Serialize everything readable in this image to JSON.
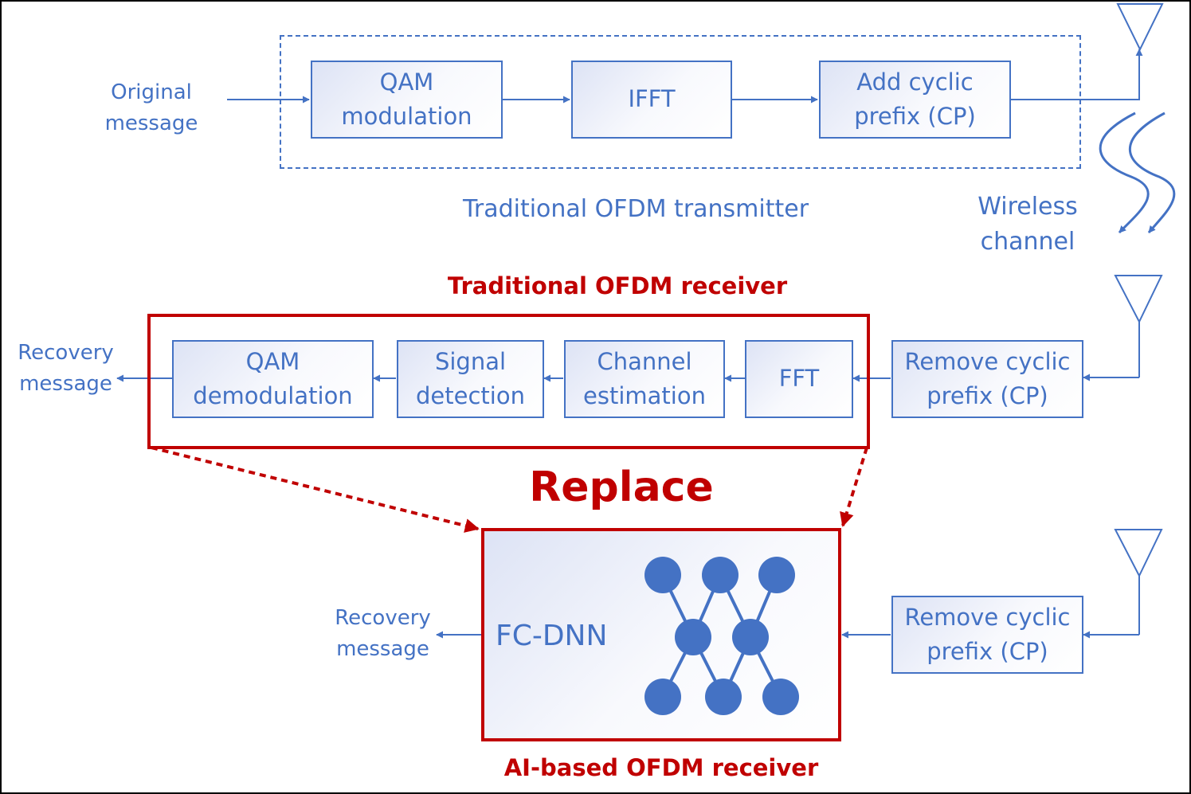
{
  "inputs": {
    "original_message": "Original\nmessage"
  },
  "transmitter": {
    "caption": "Traditional OFDM transmitter",
    "blocks": {
      "qam_modulation": "QAM\nmodulation",
      "ifft": "IFFT",
      "add_cp": "Add cyclic\nprefix (CP)"
    }
  },
  "channel": {
    "label": "Wireless\nchannel"
  },
  "traditional_receiver": {
    "title": "Traditional OFDM receiver",
    "remove_cp": "Remove cyclic\nprefix (CP)",
    "blocks": {
      "fft": "FFT",
      "channel_estimation": "Channel\nestimation",
      "signal_detection": "Signal\ndetection",
      "qam_demodulation": "QAM\ndemodulation"
    },
    "output": "Recovery\nmessage"
  },
  "replace_label": "Replace",
  "ai_receiver": {
    "title": "AI-based OFDM receiver",
    "remove_cp": "Remove cyclic\nprefix (CP)",
    "model": "FC-DNN",
    "output": "Recovery\nmessage"
  },
  "colors": {
    "blue": "#4472c4",
    "red": "#c00000",
    "node": "#4472c4"
  }
}
